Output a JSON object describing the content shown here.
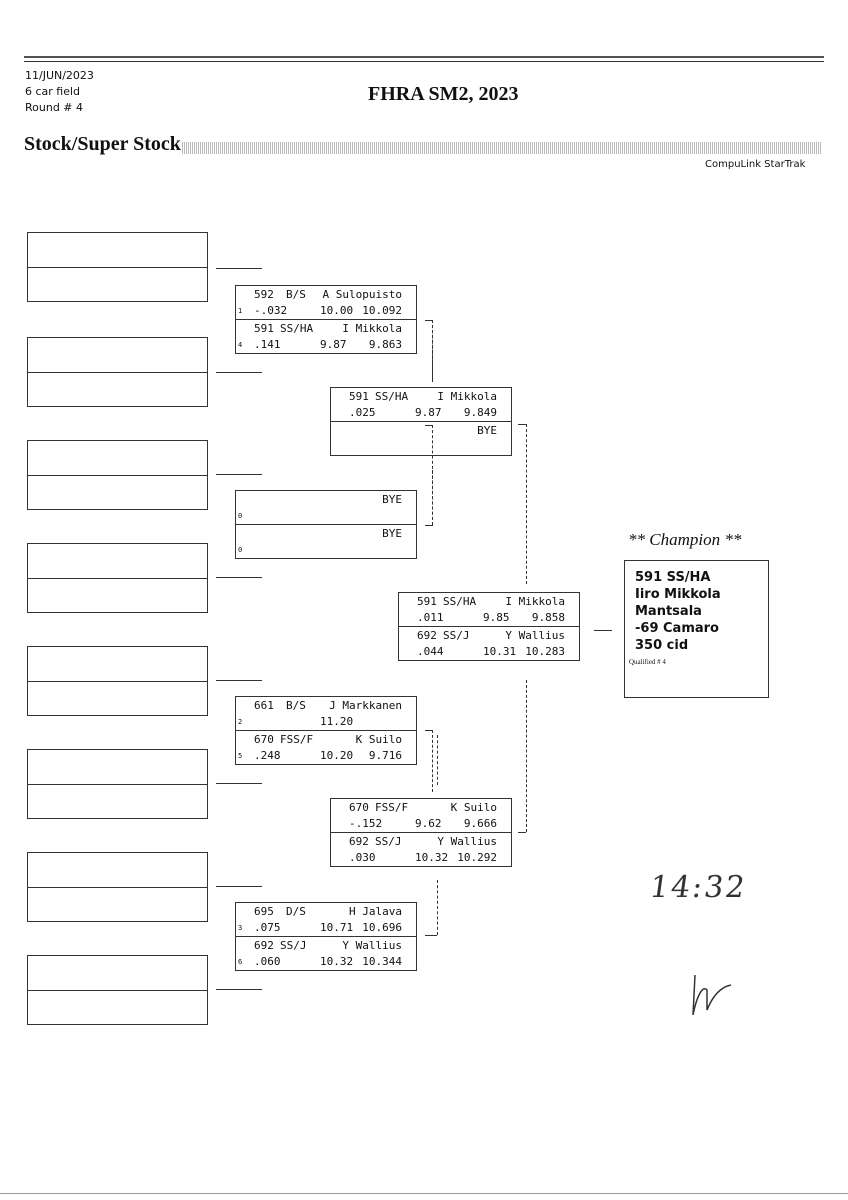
{
  "header": {
    "date": "11/JUN/2023",
    "field": "6 car field",
    "round": "Round # 4",
    "title": "FHRA SM2, 2023",
    "section": "Stock/Super Stock",
    "software": "CompuLink StarTrak"
  },
  "rounds": [
    {
      "matches": [
        {
          "entries": [
            {
              "num": "592",
              "cls": "B/S",
              "name": "A Sulopuisto",
              "seed": "1",
              "rt": "-.032",
              "dial": "10.00",
              "et": "10.092"
            },
            {
              "num": "591",
              "cls": "SS/HA",
              "name": "I Mikkola",
              "seed": "4",
              "rt": ".141",
              "dial": "9.87",
              "et": "9.863"
            }
          ]
        },
        {
          "entries": [
            {
              "num": "",
              "cls": "",
              "name": "BYE",
              "seed": "0",
              "rt": "",
              "dial": "",
              "et": ""
            },
            {
              "num": "",
              "cls": "",
              "name": "BYE",
              "seed": "0",
              "rt": "",
              "dial": "",
              "et": ""
            }
          ]
        },
        {
          "entries": [
            {
              "num": "661",
              "cls": "B/S",
              "name": "J Markkanen",
              "seed": "2",
              "rt": "",
              "dial": "11.20",
              "et": ""
            },
            {
              "num": "670",
              "cls": "FSS/F",
              "name": "K Suilo",
              "seed": "5",
              "rt": ".248",
              "dial": "10.20",
              "et": "9.716"
            }
          ]
        },
        {
          "entries": [
            {
              "num": "695",
              "cls": "D/S",
              "name": "H Jalava",
              "seed": "3",
              "rt": ".075",
              "dial": "10.71",
              "et": "10.696"
            },
            {
              "num": "692",
              "cls": "SS/J",
              "name": "Y Wallius",
              "seed": "6",
              "rt": ".060",
              "dial": "10.32",
              "et": "10.344"
            }
          ]
        }
      ]
    },
    {
      "matches": [
        {
          "entries": [
            {
              "num": "591",
              "cls": "SS/HA",
              "name": "I Mikkola",
              "seed": "",
              "rt": ".025",
              "dial": "9.87",
              "et": "9.849"
            },
            {
              "num": "",
              "cls": "",
              "name": "BYE",
              "seed": "",
              "rt": "",
              "dial": "",
              "et": ""
            }
          ]
        },
        {
          "entries": [
            {
              "num": "670",
              "cls": "FSS/F",
              "name": "K Suilo",
              "seed": "",
              "rt": "-.152",
              "dial": "9.62",
              "et": "9.666"
            },
            {
              "num": "692",
              "cls": "SS/J",
              "name": "Y Wallius",
              "seed": "",
              "rt": ".030",
              "dial": "10.32",
              "et": "10.292"
            }
          ]
        }
      ]
    },
    {
      "matches": [
        {
          "entries": [
            {
              "num": "591",
              "cls": "SS/HA",
              "name": "I Mikkola",
              "seed": "",
              "rt": ".011",
              "dial": "9.85",
              "et": "9.858"
            },
            {
              "num": "692",
              "cls": "SS/J",
              "name": "Y Wallius",
              "seed": "",
              "rt": ".044",
              "dial": "10.31",
              "et": "10.283"
            }
          ]
        }
      ]
    }
  ],
  "champion": {
    "heading": "** Champion **",
    "line1": "591  SS/HA",
    "line2": "Iiro Mikkola",
    "line3": "Mantsala",
    "line4": "-69 Camaro",
    "line5": "350 cid",
    "qualified": "Qualified # 4"
  },
  "handwritten": {
    "time": "14:32",
    "signature": "signature"
  }
}
